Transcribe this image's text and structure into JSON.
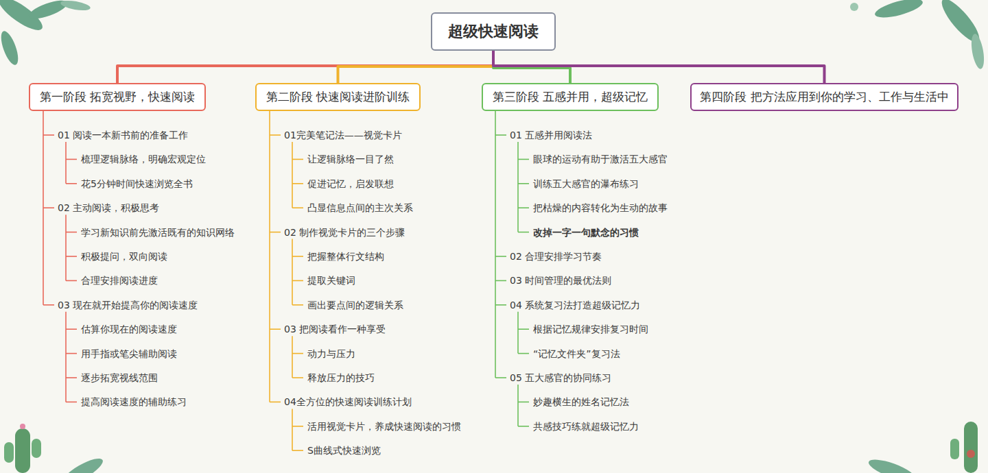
{
  "diagram": {
    "nodes": [
      {
        "text": [
          "超级快速阅读"
        ]
      },
      {
        "text": [
          "第一阶段 拓宽视野，快速阅读"
        ]
      },
      {
        "text": [
          "第二阶段 快速阅读进阶训练"
        ]
      },
      {
        "text": [
          "第三阶段 五感并用，超级记忆"
        ]
      },
      {
        "text": [
          "第四阶段 把方法应用到你的学习、工作与生活中"
        ]
      }
    ],
    "edges": [
      {
        "from": 0,
        "to": 1,
        "arrow": "none"
      },
      {
        "from": 0,
        "to": 2,
        "arrow": "none"
      },
      {
        "from": 0,
        "to": 3,
        "arrow": "none"
      },
      {
        "from": 0,
        "to": 4,
        "arrow": "none"
      }
    ],
    "labels": [
      "01 阅读一本新书前的准备工作",
      "梳理逻辑脉络，明确宏观定位",
      "花5分钟时间快速浏览全书",
      "02 主动阅读，积极思考",
      "学习新知识前先激活既有的知识网络",
      "积极提问，双向阅读",
      "合理安排阅读进度",
      "03 现在就开始提高你的阅读速度",
      "估算你现在的阅读速度",
      "用手指或笔尖辅助阅读",
      "逐步拓宽视线范围",
      "提高阅读速度的辅助练习",
      "01完美笔记法——视觉卡片",
      "让逻辑脉络一目了然",
      "促进记忆，启发联想",
      "凸显信息点间的主次关系",
      "02 制作视觉卡片的三个步骤",
      "把握整体行文结构",
      "提取关键词",
      "画出要点间的逻辑关系",
      "03 把阅读看作一种享受",
      "动力与压力",
      "释放压力的技巧",
      "04全方位的快速阅读训练计划",
      "活用视觉卡片，养成快速阅读的习惯",
      "S曲线式快速浏览",
      "01 五感并用阅读法",
      "眼球的运动有助于激活五大感官",
      "训练五大感官的瀑布练习",
      "把枯燥的内容转化为生动的故事",
      "改掉一字一句默念的习惯",
      "02 合理安排学习节奏",
      "03 时间管理的最优法则",
      "04 系统复习法打造超级记忆力",
      "根据记忆规律安排复习时间",
      "“记忆文件夹”复习法",
      "05 五大感官的协同练习",
      "妙趣横生的姓名记忆法",
      "共感技巧练就超级记忆力"
    ]
  }
}
